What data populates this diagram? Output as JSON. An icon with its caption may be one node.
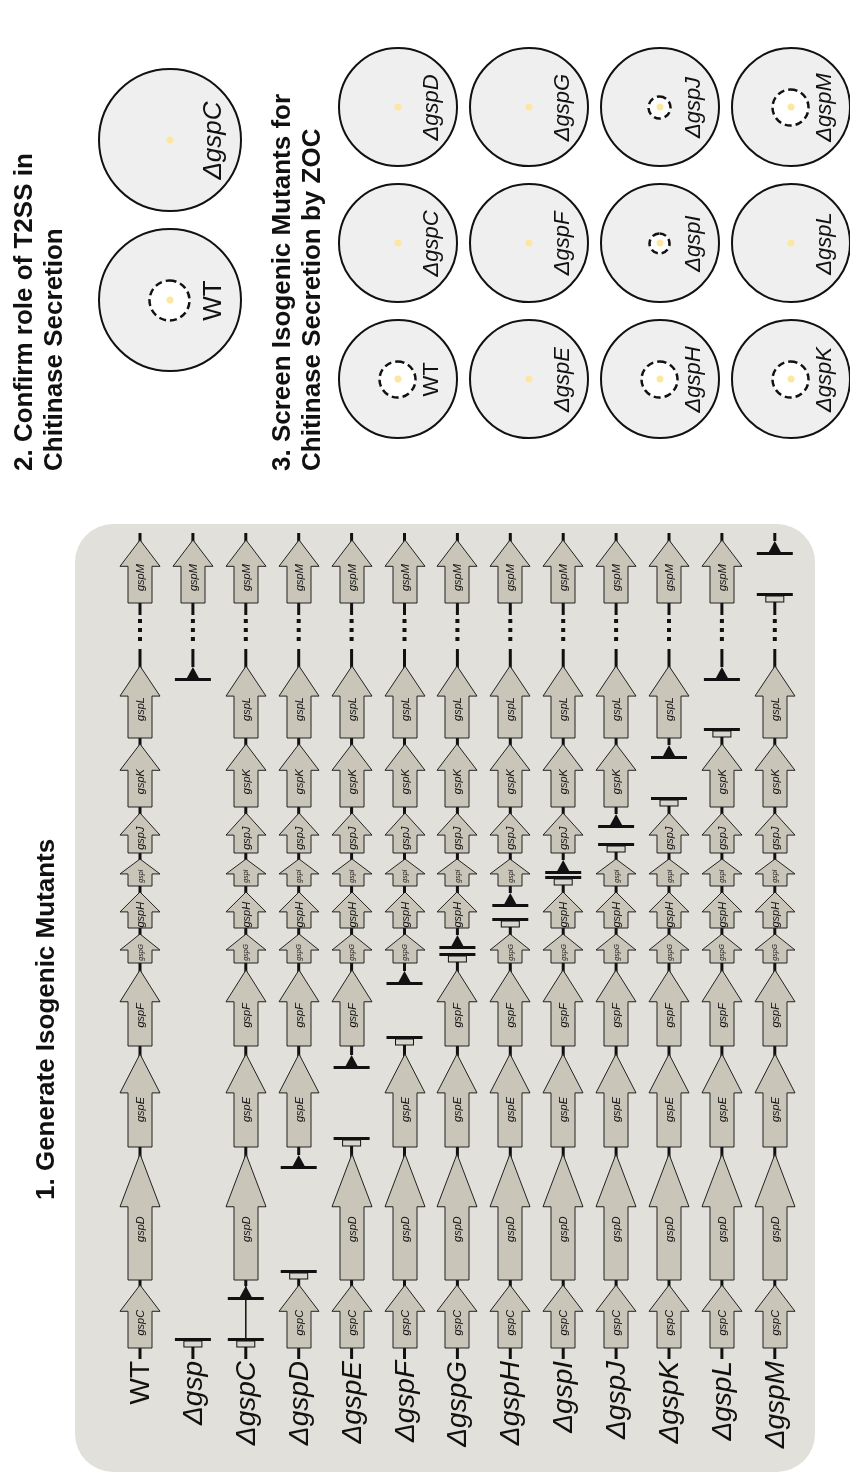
{
  "diagram": {
    "nodes": [
      {
        "text": [],
        "shape": "box"
      },
      {
        "text": [
          "gspC"
        ],
        "in": 0
      },
      {
        "text": [
          "gspD"
        ],
        "in": 0
      },
      {
        "text": [
          "gspE"
        ],
        "in": 0
      },
      {
        "text": [
          "gspF"
        ],
        "in": 0
      },
      {
        "text": [
          "gspG"
        ],
        "in": 0
      },
      {
        "text": [
          "gspH"
        ],
        "in": 0
      },
      {
        "text": [
          "gspI"
        ],
        "in": 0
      },
      {
        "text": [
          "gspJ"
        ],
        "in": 0
      },
      {
        "text": [
          "gspK"
        ],
        "in": 0
      },
      {
        "text": [
          "gspL"
        ],
        "in": 0
      },
      {
        "text": [
          "gspM"
        ],
        "in": 0
      },
      {
        "text": [
          "gspM"
        ],
        "in": 0
      },
      {
        "text": [
          "gspD"
        ],
        "in": 0
      },
      {
        "text": [
          "gspE"
        ],
        "in": 0
      },
      {
        "text": [
          "gspF"
        ],
        "in": 0
      },
      {
        "text": [
          "gspG"
        ],
        "in": 0
      },
      {
        "text": [
          "gspH"
        ],
        "in": 0
      },
      {
        "text": [
          "gspI"
        ],
        "in": 0
      },
      {
        "text": [
          "gspJ"
        ],
        "in": 0
      },
      {
        "text": [
          "gspK"
        ],
        "in": 0
      },
      {
        "text": [
          "gspL"
        ],
        "in": 0
      },
      {
        "text": [
          "gspM"
        ],
        "in": 0
      },
      {
        "text": [
          "gspC"
        ],
        "in": 0
      },
      {
        "text": [
          "gspE"
        ],
        "in": 0
      },
      {
        "text": [
          "gspF"
        ],
        "in": 0
      },
      {
        "text": [
          "gspG"
        ],
        "in": 0
      },
      {
        "text": [
          "gspH"
        ],
        "in": 0
      },
      {
        "text": [
          "gspI"
        ],
        "in": 0
      },
      {
        "text": [
          "gspJ"
        ],
        "in": 0
      },
      {
        "text": [
          "gspK"
        ],
        "in": 0
      },
      {
        "text": [
          "gspL"
        ],
        "in": 0
      },
      {
        "text": [
          "gspM"
        ],
        "in": 0
      },
      {
        "text": [
          "gspC"
        ],
        "in": 0
      },
      {
        "text": [
          "gspD"
        ],
        "in": 0
      },
      {
        "text": [
          "gspF"
        ],
        "in": 0
      },
      {
        "text": [
          "gspG"
        ],
        "in": 0
      },
      {
        "text": [
          "gspH"
        ],
        "in": 0
      },
      {
        "text": [
          "gspI"
        ],
        "in": 0
      },
      {
        "text": [
          "gspJ"
        ],
        "in": 0
      },
      {
        "text": [
          "gspK"
        ],
        "in": 0
      },
      {
        "text": [
          "gspL"
        ],
        "in": 0
      },
      {
        "text": [
          "gspM"
        ],
        "in": 0
      },
      {
        "text": [
          "gspC"
        ],
        "in": 0
      },
      {
        "text": [
          "gspD"
        ],
        "in": 0
      },
      {
        "text": [
          "gspE"
        ],
        "in": 0
      },
      {
        "text": [
          "gspG"
        ],
        "in": 0
      },
      {
        "text": [
          "gspH"
        ],
        "in": 0
      },
      {
        "text": [
          "gspI"
        ],
        "in": 0
      },
      {
        "text": [
          "gspJ"
        ],
        "in": 0
      },
      {
        "text": [
          "gspK"
        ],
        "in": 0
      },
      {
        "text": [
          "gspL"
        ],
        "in": 0
      },
      {
        "text": [
          "gspM"
        ],
        "in": 0
      },
      {
        "text": [
          "gspC"
        ],
        "in": 0
      },
      {
        "text": [
          "gspD"
        ],
        "in": 0
      },
      {
        "text": [
          "gspE"
        ],
        "in": 0
      },
      {
        "text": [
          "gspF"
        ],
        "in": 0
      },
      {
        "text": [
          "gspH"
        ],
        "in": 0
      },
      {
        "text": [
          "gspI"
        ],
        "in": 0
      },
      {
        "text": [
          "gspJ"
        ],
        "in": 0
      },
      {
        "text": [
          "gspK"
        ],
        "in": 0
      },
      {
        "text": [
          "gspL"
        ],
        "in": 0
      },
      {
        "text": [
          "gspM"
        ],
        "in": 0
      },
      {
        "text": [
          "gspC"
        ],
        "in": 0
      },
      {
        "text": [
          "gspD"
        ],
        "in": 0
      },
      {
        "text": [
          "gspE"
        ],
        "in": 0
      },
      {
        "text": [
          "gspF"
        ],
        "in": 0
      },
      {
        "text": [
          "gspG"
        ],
        "in": 0
      },
      {
        "text": [
          "gspI"
        ],
        "in": 0
      },
      {
        "text": [
          "gspJ"
        ],
        "in": 0
      },
      {
        "text": [
          "gspK"
        ],
        "in": 0
      },
      {
        "text": [
          "gspL"
        ],
        "in": 0
      },
      {
        "text": [
          "gspM"
        ],
        "in": 0
      },
      {
        "text": [
          "gspC"
        ],
        "in": 0
      },
      {
        "text": [
          "gspD"
        ],
        "in": 0
      },
      {
        "text": [
          "gspE"
        ],
        "in": 0
      },
      {
        "text": [
          "gspF"
        ],
        "in": 0
      },
      {
        "text": [
          "gspG"
        ],
        "in": 0
      },
      {
        "text": [
          "gspH"
        ],
        "in": 0
      },
      {
        "text": [
          "gspJ"
        ],
        "in": 0
      },
      {
        "text": [
          "gspK"
        ],
        "in": 0
      },
      {
        "text": [
          "gspL"
        ],
        "in": 0
      },
      {
        "text": [
          "gspM"
        ],
        "in": 0
      },
      {
        "text": [
          "gspC"
        ],
        "in": 0
      },
      {
        "text": [
          "gspD"
        ],
        "in": 0
      },
      {
        "text": [
          "gspE"
        ],
        "in": 0
      },
      {
        "text": [
          "gspF"
        ],
        "in": 0
      },
      {
        "text": [
          "gspG"
        ],
        "in": 0
      },
      {
        "text": [
          "gspH"
        ],
        "in": 0
      },
      {
        "text": [
          "gspI"
        ],
        "in": 0
      },
      {
        "text": [
          "gspK"
        ],
        "in": 0
      },
      {
        "text": [
          "gspL"
        ],
        "in": 0
      },
      {
        "text": [
          "gspM"
        ],
        "in": 0
      },
      {
        "text": [
          "gspC"
        ],
        "in": 0
      },
      {
        "text": [
          "gspD"
        ],
        "in": 0
      },
      {
        "text": [
          "gspE"
        ],
        "in": 0
      },
      {
        "text": [
          "gspF"
        ],
        "in": 0
      },
      {
        "text": [
          "gspG"
        ],
        "in": 0
      },
      {
        "text": [
          "gspH"
        ],
        "in": 0
      },
      {
        "text": [
          "gspI"
        ],
        "in": 0
      },
      {
        "text": [
          "gspJ"
        ],
        "in": 0
      },
      {
        "text": [
          "gspL"
        ],
        "in": 0
      },
      {
        "text": [
          "gspM"
        ],
        "in": 0
      },
      {
        "text": [
          "gspC"
        ],
        "in": 0
      },
      {
        "text": [
          "gspD"
        ],
        "in": 0
      },
      {
        "text": [
          "gspE"
        ],
        "in": 0
      },
      {
        "text": [
          "gspF"
        ],
        "in": 0
      },
      {
        "text": [
          "gspG"
        ],
        "in": 0
      },
      {
        "text": [
          "gspH"
        ],
        "in": 0
      },
      {
        "text": [
          "gspI"
        ],
        "in": 0
      },
      {
        "text": [
          "gspJ"
        ],
        "in": 0
      },
      {
        "text": [
          "gspK"
        ],
        "in": 0
      },
      {
        "text": [
          "gspM"
        ],
        "in": 0
      },
      {
        "text": [
          "gspC"
        ],
        "in": 0
      },
      {
        "text": [
          "gspD"
        ],
        "in": 0
      },
      {
        "text": [
          "gspE"
        ],
        "in": 0
      },
      {
        "text": [
          "gspF"
        ],
        "in": 0
      },
      {
        "text": [
          "gspG"
        ],
        "in": 0
      },
      {
        "text": [
          "gspH"
        ],
        "in": 0
      },
      {
        "text": [
          "gspI"
        ],
        "in": 0
      },
      {
        "text": [
          "gspJ"
        ],
        "in": 0
      },
      {
        "text": [
          "gspK"
        ],
        "in": 0
      },
      {
        "text": [
          "gspL"
        ],
        "in": 0
      },
      {
        "text": [
          "WT"
        ]
      },
      {
        "text": [
          "ΔgspC"
        ]
      },
      {
        "text": [
          "WT"
        ]
      },
      {
        "text": [
          "ΔgspC"
        ]
      },
      {
        "text": [
          "ΔgspD"
        ]
      },
      {
        "text": [
          "ΔgspE"
        ]
      },
      {
        "text": [
          "ΔgspF"
        ]
      },
      {
        "text": [
          "ΔgspG"
        ]
      },
      {
        "text": [
          "ΔgspH"
        ]
      },
      {
        "text": [
          "ΔgspI"
        ]
      },
      {
        "text": [
          "ΔgspJ"
        ]
      },
      {
        "text": [
          "ΔgspK"
        ]
      },
      {
        "text": [
          "ΔgspL"
        ]
      },
      {
        "text": [
          "ΔgspM"
        ]
      }
    ],
    "labels": [
      "1. Generate Isogenic Mutants",
      "WT",
      "Δgsp",
      "ΔgspC",
      "ΔgspD",
      "ΔgspE",
      "ΔgspF",
      "ΔgspG",
      "ΔgspH",
      "ΔgspI",
      "ΔgspJ",
      "ΔgspK",
      "ΔgspL",
      "ΔgspM",
      "2. Confirm role of T2SS in Chitinase Secretion",
      "3. Screen Isogenic Mutants for Chitinase Secretion by ZOC"
    ]
  }
}
